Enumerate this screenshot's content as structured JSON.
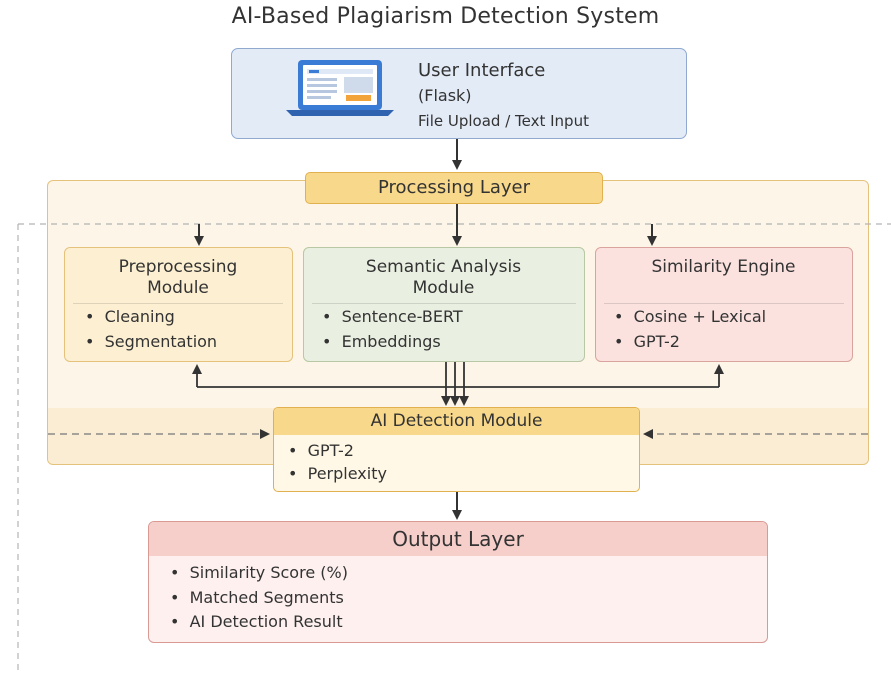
{
  "title": "AI-Based Plagiarism Detection System",
  "user_interface": {
    "title": "User Interface",
    "subtitle": "(Flask)",
    "detail": "File Upload / Text Input",
    "icon": "laptop-icon"
  },
  "processing_layer": {
    "label": "Processing Layer",
    "modules": [
      {
        "title_lines": [
          "Preprocessing",
          "Module"
        ],
        "bullets": [
          "Cleaning",
          "Segmentation"
        ]
      },
      {
        "title_lines": [
          "Semantic Analysis",
          "Module"
        ],
        "bullets": [
          "Sentence-BERT",
          "Embeddings"
        ]
      },
      {
        "title_lines": [
          "Similarity Engine"
        ],
        "bullets": [
          "Cosine + Lexical",
          "GPT-2"
        ]
      }
    ]
  },
  "ai_detection": {
    "title": "AI Detection Module",
    "bullets": [
      "GPT-2",
      "Perplexity"
    ]
  },
  "output_layer": {
    "title": "Output Layer",
    "bullets": [
      "Similarity Score (%)",
      "Matched Segments",
      "AI Detection Result"
    ]
  },
  "bullet_char": "•"
}
